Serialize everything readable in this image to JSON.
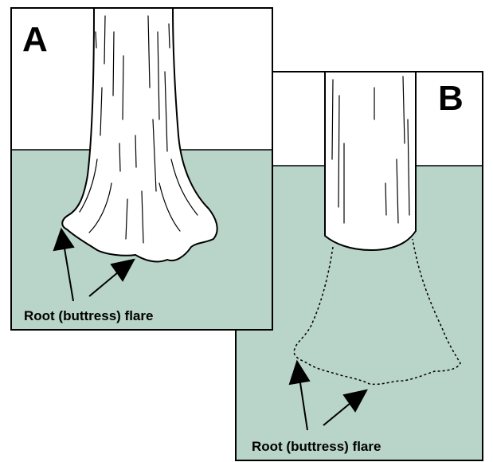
{
  "colors": {
    "soil": "#b9d4c8",
    "sky": "#ffffff",
    "trunk": "#ffffff",
    "ink": "#000000"
  },
  "panels": [
    {
      "letter": "A",
      "caption": "Root (buttress) flare"
    },
    {
      "letter": "B",
      "caption": "Root (buttress) flare"
    }
  ]
}
